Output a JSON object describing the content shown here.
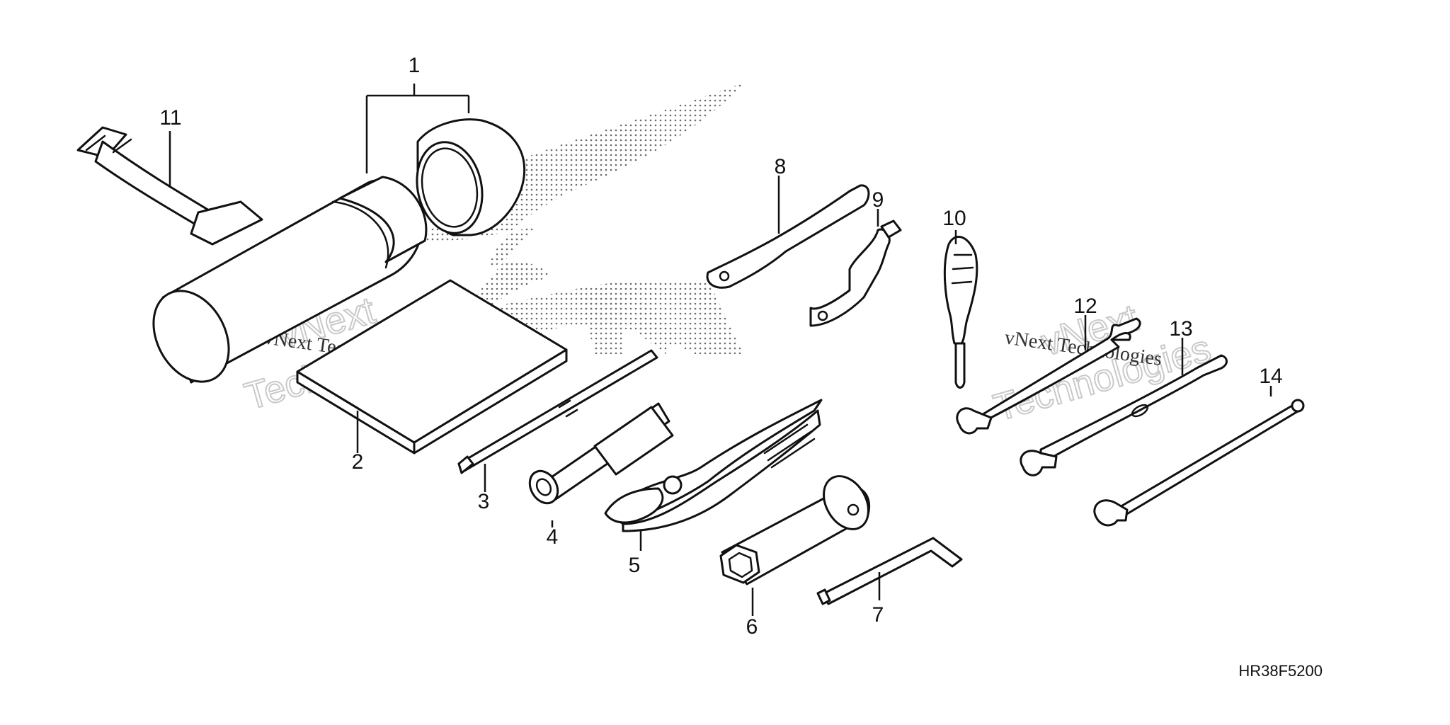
{
  "diagram": {
    "code": "HR38F5200",
    "watermark_lines": [
      "vNext",
      "Technologies"
    ],
    "watermark_small": "vNext Technologies",
    "callouts": [
      "1",
      "2",
      "3",
      "4",
      "5",
      "6",
      "7",
      "8",
      "9",
      "10",
      "11",
      "12",
      "13",
      "14"
    ]
  },
  "colors": {
    "line": "#111111",
    "halftone": "#6b6b6b",
    "watermark": "#c9c9c9"
  }
}
